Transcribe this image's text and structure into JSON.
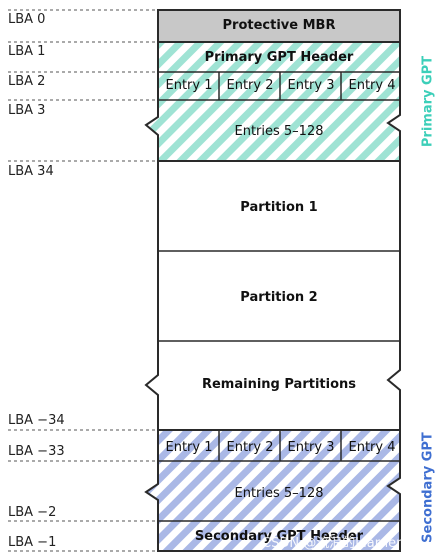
{
  "lba_labels": [
    "LBA 0",
    "LBA 1",
    "LBA 2",
    "LBA 3",
    "LBA 34",
    "LBA −34",
    "LBA −33",
    "LBA −2",
    "LBA −1"
  ],
  "blocks": {
    "protective_mbr": "Protective MBR",
    "primary_header": "Primary GPT Header",
    "primary_entries": [
      "Entry 1",
      "Entry 2",
      "Entry 3",
      "Entry 4"
    ],
    "primary_entries_rest": "Entries 5–128",
    "partition_1": "Partition 1",
    "partition_2": "Partition 2",
    "remaining": "Remaining Partitions",
    "secondary_entries": [
      "Entry 1",
      "Entry 2",
      "Entry 3",
      "Entry 4"
    ],
    "secondary_entries_rest": "Entries 5–128",
    "secondary_header": "Secondary GPT Header"
  },
  "side_labels": {
    "primary": "Primary GPT",
    "secondary": "Secondary GPT"
  },
  "watermark": "CSDN @流浪的learner",
  "colors": {
    "mbr_fill": "#c8c8c8",
    "primary_stripe": "#9fe3d4",
    "primary_text": "#3ccfb9",
    "secondary_stripe": "#aab8e6",
    "secondary_text": "#3f6fd1",
    "border": "#2a2a2a"
  }
}
